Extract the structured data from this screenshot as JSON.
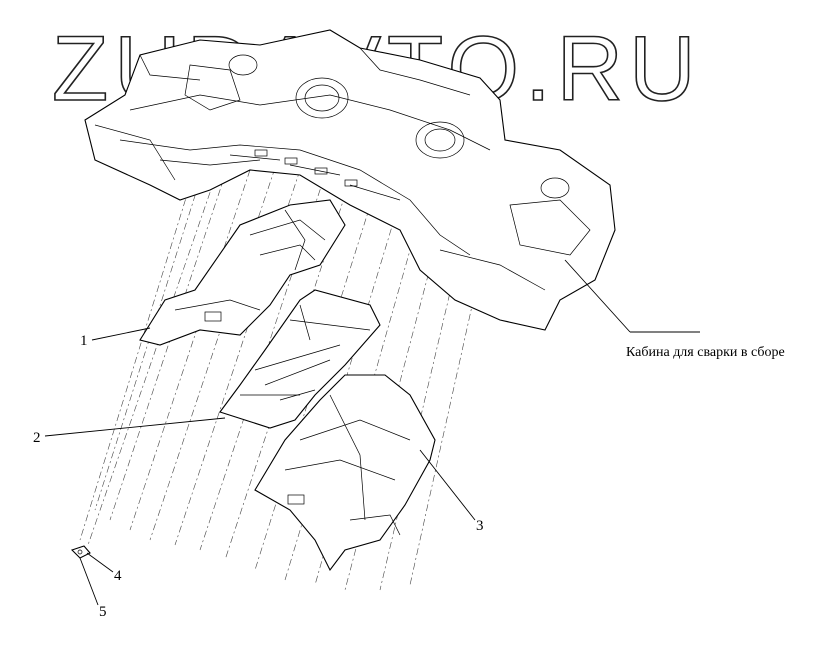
{
  "watermark": "ZUDAVTO.RU",
  "caption": "Кабина для сварки в сборе",
  "callouts": [
    {
      "id": "1",
      "text": "1"
    },
    {
      "id": "2",
      "text": "2"
    },
    {
      "id": "3",
      "text": "3"
    },
    {
      "id": "4",
      "text": "4"
    },
    {
      "id": "5",
      "text": "5"
    }
  ]
}
